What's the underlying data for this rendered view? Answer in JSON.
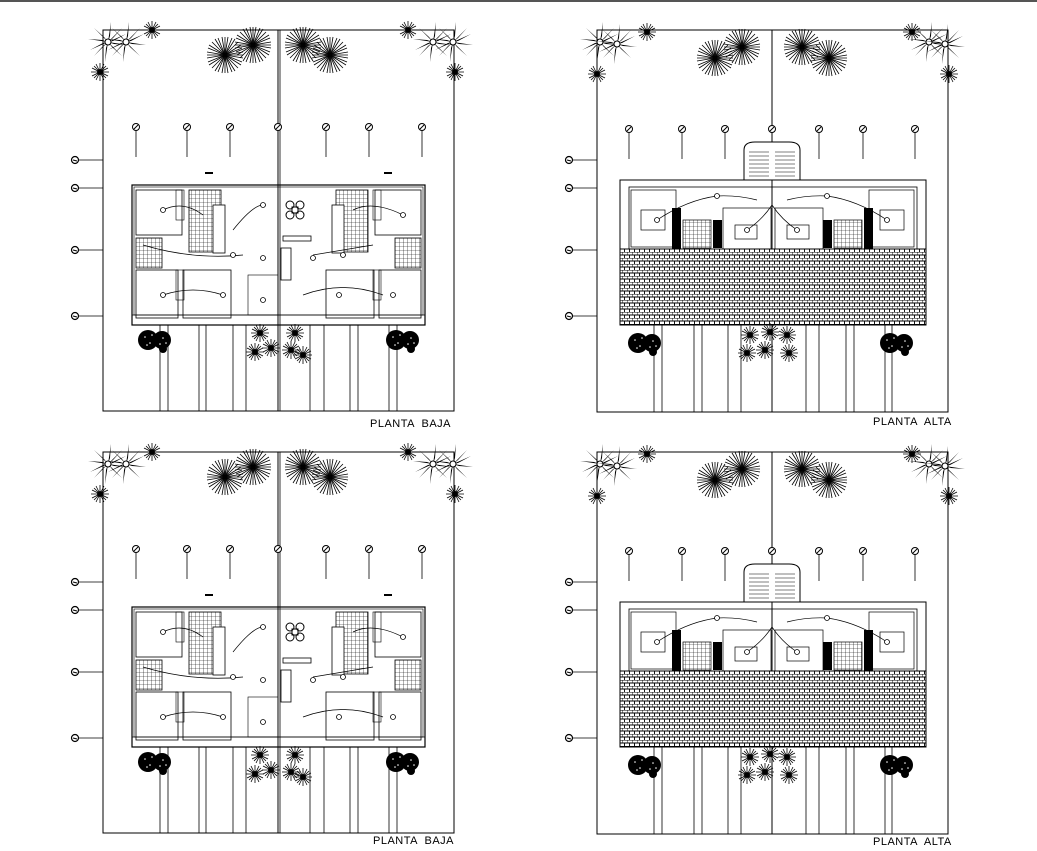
{
  "sheet": {
    "background": "#ffffff",
    "line_color": "#000000",
    "top_border_color": "#555555"
  },
  "plans": [
    {
      "id": "plan-1",
      "type": "ground",
      "label": "PLANTA  BAJA",
      "position": "top-left"
    },
    {
      "id": "plan-2",
      "type": "upper",
      "label": "PLANTA  ALTA",
      "position": "top-right"
    },
    {
      "id": "plan-3",
      "type": "ground",
      "label": "PLANTA  BAJA",
      "position": "bottom-left"
    },
    {
      "id": "plan-4",
      "type": "upper",
      "label": "PLANTA  ALTA",
      "position": "bottom-right"
    }
  ],
  "symbols": {
    "tree": "tree-symbol-icon",
    "palm": "palm-symbol-icon",
    "light_post": "light-post-icon",
    "grid_marker": "grid-marker-icon",
    "roof_tile_hatch": "roof-hatch"
  }
}
